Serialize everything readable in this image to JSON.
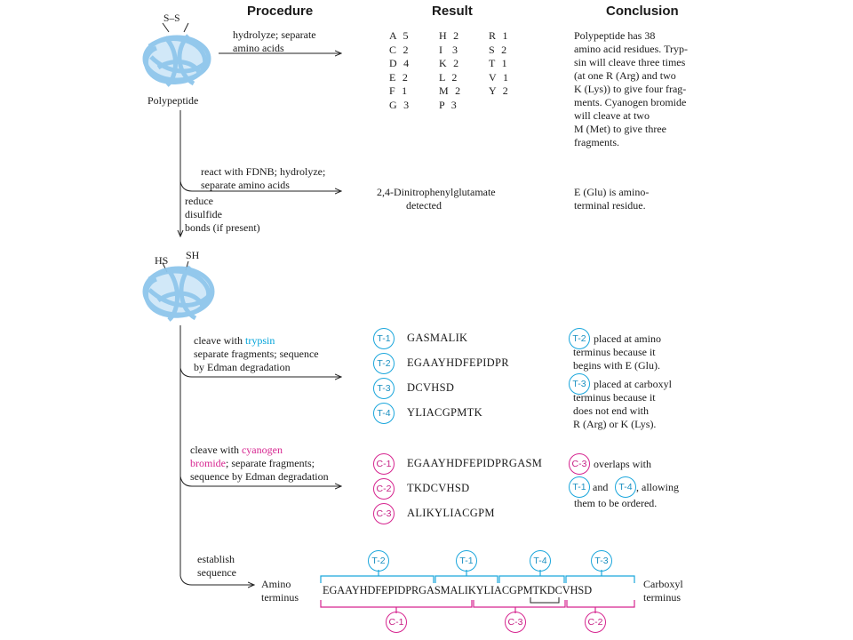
{
  "headers": {
    "procedure": "Procedure",
    "result": "Result",
    "conclusion": "Conclusion"
  },
  "protein_top": {
    "disulfide": "S–S",
    "label": "Polypeptide"
  },
  "protein_bottom": {
    "hs": "HS",
    "sh": "SH"
  },
  "step1": {
    "procedure": "hydrolyze; separate\namino acids",
    "composition": {
      "col1": "A  5\nC  2\nD  4\nE  2\nF  1\nG  3",
      "col2": "H  2\nI   3\nK  2\nL  2\nM  2\nP  3",
      "col3": "R  1\nS  2\nT  1\nV  1\nY  2"
    },
    "conclusion": "Polypeptide has 38\namino acid residues. Tryp-\nsin will cleave three times\n(at one R (Arg) and two\nK (Lys)) to give four frag-\nments. Cyanogen bromide\nwill cleave at two\nM (Met) to give three\nfragments."
  },
  "step2": {
    "procedure": "react with FDNB; hydrolyze;\nseparate amino acids",
    "result": "2,4-Dinitrophenylglutamate\n           detected",
    "conclusion": "E (Glu) is amino-\nterminal residue.",
    "reduce": "reduce\ndisulfide\nbonds (if present)"
  },
  "step3": {
    "procedure_prefix": "cleave with ",
    "enzyme": "trypsin",
    "procedure_rest": "separate fragments; sequence\nby Edman degradation",
    "fragments": [
      {
        "tag": "T-1",
        "seq": "GASMALIK"
      },
      {
        "tag": "T-2",
        "seq": "EGAAYHDFEPIDPR"
      },
      {
        "tag": "T-3",
        "seq": "DCVHSD"
      },
      {
        "tag": "T-4",
        "seq": "YLIACGPMTK"
      }
    ],
    "conclusion1_tag": "T-2",
    "conclusion1_first": " placed at amino",
    "conclusion1_rest": "terminus because it\nbegins with E (Glu).",
    "conclusion2_tag": "T-3",
    "conclusion2_first": " placed at carboxyl",
    "conclusion2_rest": "terminus because it\ndoes not end with\nR (Arg) or K (Lys)."
  },
  "step4": {
    "procedure_prefix": "cleave with ",
    "reagent_line1": "cyanogen",
    "reagent_line2": "bromide",
    "procedure_rest2": "; separate fragments;",
    "procedure_rest3": "sequence by Edman degradation",
    "fragments": [
      {
        "tag": "C-1",
        "seq": "EGAAYHDFEPIDPRGASM"
      },
      {
        "tag": "C-2",
        "seq": "TKDCVHSD"
      },
      {
        "tag": "C-3",
        "seq": "ALIKYLIACGPM"
      }
    ],
    "conclusion_tag": "C-3",
    "conclusion_first": " overlaps with",
    "conclusion_tag2": "T-1",
    "conclusion_and": " and ",
    "conclusion_tag3": "T-4",
    "conclusion_tail": ", allowing",
    "conclusion_last": "them to be ordered."
  },
  "step5": {
    "procedure": "establish\nsequence",
    "amino": "Amino\nterminus",
    "carboxyl": "Carboxyl\nterminus",
    "sequence": "EGAAYHDFEPIDPRGASMALIKYLIACGPMTKDCVHSD",
    "top_tags": [
      "T-2",
      "T-1",
      "T-4",
      "T-3"
    ],
    "bottom_tags": [
      "C-1",
      "C-3",
      "C-2"
    ]
  },
  "colors": {
    "trypsin": "#00a3d9",
    "cyanogen": "#d6248f",
    "protein": "#a9d4f0"
  }
}
